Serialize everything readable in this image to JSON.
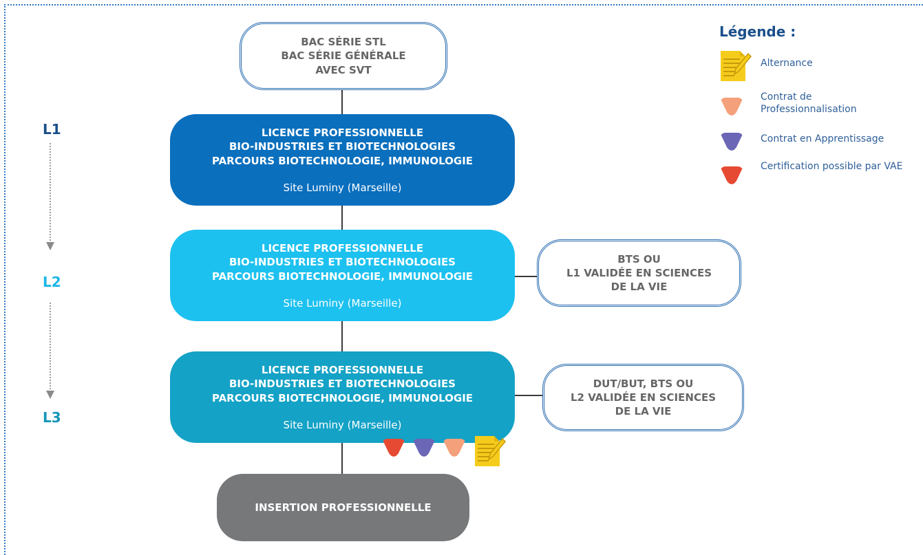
{
  "legend": {
    "title": "Légende :",
    "items": [
      {
        "label": "Alternance",
        "icon": "document-pencil-icon",
        "color": "#f5cc1c"
      },
      {
        "label": "Contrat de Professionnalisation",
        "icon": "orange-badge-icon",
        "color": "#f4a07a"
      },
      {
        "label": "Contrat en Apprentissage",
        "icon": "purple-badge-icon",
        "color": "#6b66b6"
      },
      {
        "label": "Certification possible par VAE",
        "icon": "red-badge-icon",
        "color": "#e64a32"
      }
    ]
  },
  "levels": [
    {
      "label": "L1",
      "color": "#1a4f8a"
    },
    {
      "label": "L2",
      "color": "#1fb5e6"
    },
    {
      "label": "L3",
      "color": "#1596b8"
    }
  ],
  "prerequisites": {
    "bac": "BAC SÉRIE STL\nBAC SÉRIE GÉNÉRALE\nAVEC SVT",
    "l2_entry": "BTS OU\nL1 VALIDÉE EN SCIENCES\nDE LA VIE",
    "l3_entry": "DUT/BUT, BTS OU\nL2 VALIDÉE EN SCIENCES\nDE LA VIE"
  },
  "programs": [
    {
      "title": "LICENCE PROFESSIONNELLE\nBIO-INDUSTRIES ET BIOTECHNOLOGIES\nPARCOURS BIOTECHNOLOGIE, IMMUNOLOGIE",
      "site": "Site Luminy (Marseille)",
      "color": "#0a6fbd"
    },
    {
      "title": "LICENCE PROFESSIONNELLE\nBIO-INDUSTRIES ET BIOTECHNOLOGIES\nPARCOURS BIOTECHNOLOGIE, IMMUNOLOGIE",
      "site": "Site Luminy (Marseille)",
      "color": "#1dc1ef"
    },
    {
      "title": "LICENCE PROFESSIONNELLE\nBIO-INDUSTRIES ET BIOTECHNOLOGIES\nPARCOURS BIOTECHNOLOGIE, IMMUNOLOGIE",
      "site": "Site Luminy (Marseille)",
      "color": "#14a2c6"
    }
  ],
  "outcome": {
    "label": "INSERTION PROFESSIONNELLE",
    "color": "#76787a"
  }
}
